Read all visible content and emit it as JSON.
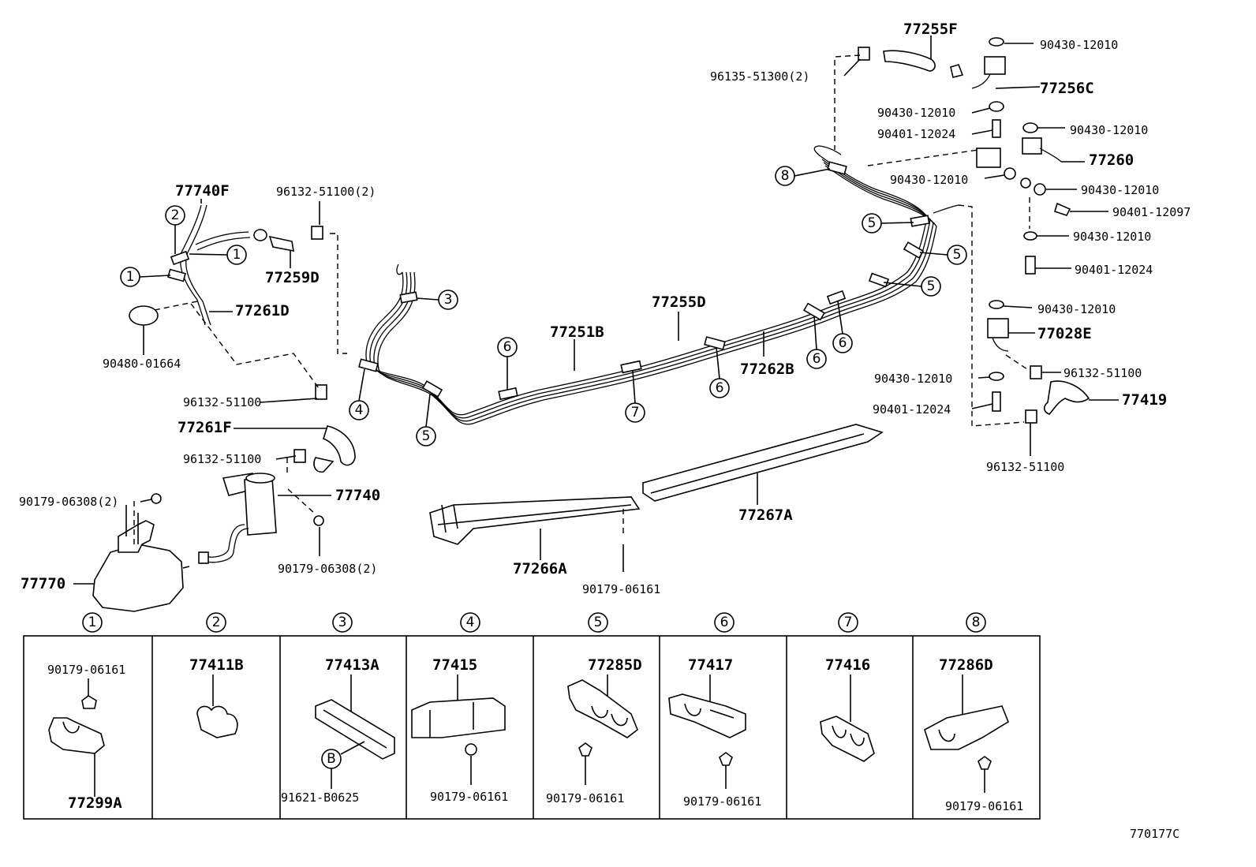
{
  "diagram_id": "770177C",
  "callouts": [
    "1",
    "2",
    "3",
    "4",
    "5",
    "6",
    "7",
    "8"
  ],
  "part_numbers": {
    "p77740F": "77740F",
    "p96132_51100_2": "96132-51100(2)",
    "p77259D": "77259D",
    "p77261D": "77261D",
    "p90480_01664": "90480-01664",
    "p96132_51100_a": "96132-51100",
    "p77261F": "77261F",
    "p96132_51100_b": "96132-51100",
    "p90179_06308_2a": "90179-06308(2)",
    "p77740": "77740",
    "p90179_06308_2b": "90179-06308(2)",
    "p77770": "77770",
    "p77251B": "77251B",
    "p77255D": "77255D",
    "p77262B": "77262B",
    "p77267A": "77267A",
    "p77266A": "77266A",
    "p90179_06161_main": "90179-06161",
    "p77255F": "77255F",
    "p96135_51300_2": "96135-51300(2)",
    "p90430_12010_a": "90430-12010",
    "p77256C": "77256C",
    "p90430_12010_b": "90430-12010",
    "p90401_12024_a": "90401-12024",
    "p90430_12010_c": "90430-12010",
    "p77260": "77260",
    "p90430_12010_d": "90430-12010",
    "p90430_12010_e": "90430-12010",
    "p90401_12097": "90401-12097",
    "p90430_12010_f": "90430-12010",
    "p90401_12024_b": "90401-12024",
    "p90430_12010_g": "90430-12010",
    "p77028E": "77028E",
    "p96132_51100_c": "96132-51100",
    "p90430_12010_h": "90430-12010",
    "p77419": "77419",
    "p90401_12024_c": "90401-12024",
    "p96132_51100_d": "96132-51100"
  },
  "detail_boxes": [
    {
      "callout": "1",
      "top_part": "90179-06161",
      "bottom_part": "77299A"
    },
    {
      "callout": "2",
      "top_part": "77411B"
    },
    {
      "callout": "3",
      "top_part": "77413A",
      "sub_callout": "B",
      "bottom_part": "91621-B0625"
    },
    {
      "callout": "4",
      "top_part": "77415",
      "bottom_part": "90179-06161"
    },
    {
      "callout": "5",
      "top_part": "77285D",
      "bottom_part": "90179-06161"
    },
    {
      "callout": "6",
      "top_part": "77417",
      "bottom_part": "90179-06161"
    },
    {
      "callout": "7",
      "top_part": "77416"
    },
    {
      "callout": "8",
      "top_part": "77286D",
      "bottom_part": "90179-06161"
    }
  ]
}
